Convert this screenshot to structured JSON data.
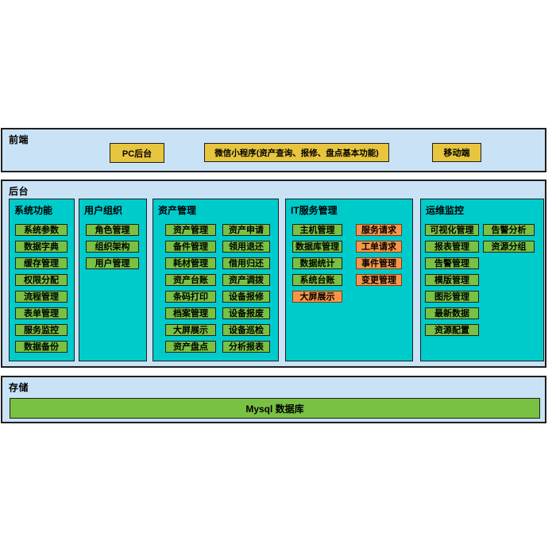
{
  "colors": {
    "section_bg": "#c9e2f6",
    "column_bg": "#00cbcb",
    "module_green": "#79c142",
    "module_orange": "#f79649",
    "frontend_yellow": "#e8c53e",
    "border": "#1f1f1f"
  },
  "frontend": {
    "label": "前端",
    "nodes": [
      {
        "label": "PC后台"
      },
      {
        "label": "微信小程序(资产查询、报修、盘点基本功能)"
      },
      {
        "label": "移动端"
      }
    ]
  },
  "backend": {
    "label": "后台",
    "columns": [
      {
        "title": "系统功能",
        "buttons": [
          {
            "label": "系统参数",
            "color": "green",
            "col": 1
          },
          {
            "label": "数据字典",
            "color": "green",
            "col": 1
          },
          {
            "label": "缓存管理",
            "color": "green",
            "col": 1
          },
          {
            "label": "权限分配",
            "color": "green",
            "col": 1
          },
          {
            "label": "流程管理",
            "color": "green",
            "col": 1
          },
          {
            "label": "表单管理",
            "color": "green",
            "col": 1
          },
          {
            "label": "服务监控",
            "color": "green",
            "col": 1
          },
          {
            "label": "数据备份",
            "color": "green",
            "col": 1
          }
        ]
      },
      {
        "title": "用户组织",
        "buttons": [
          {
            "label": "角色管理",
            "color": "green",
            "col": 1
          },
          {
            "label": "组织架构",
            "color": "green",
            "col": 1
          },
          {
            "label": "用户管理",
            "color": "green",
            "col": 1
          }
        ]
      },
      {
        "title": "资产管理",
        "buttons": [
          {
            "label": "资产管理",
            "color": "green",
            "col": 1
          },
          {
            "label": "资产申请",
            "color": "green",
            "col": 2
          },
          {
            "label": "备件管理",
            "color": "green",
            "col": 1
          },
          {
            "label": "领用退还",
            "color": "green",
            "col": 2
          },
          {
            "label": "耗材管理",
            "color": "green",
            "col": 1
          },
          {
            "label": "借用归还",
            "color": "green",
            "col": 2
          },
          {
            "label": "资产台账",
            "color": "green",
            "col": 1
          },
          {
            "label": "资产调拨",
            "color": "green",
            "col": 2
          },
          {
            "label": "条码打印",
            "color": "green",
            "col": 1
          },
          {
            "label": "设备报修",
            "color": "green",
            "col": 2
          },
          {
            "label": "档案管理",
            "color": "green",
            "col": 1
          },
          {
            "label": "设备报废",
            "color": "green",
            "col": 2
          },
          {
            "label": "大屏展示",
            "color": "green",
            "col": 1
          },
          {
            "label": "设备巡检",
            "color": "green",
            "col": 2
          },
          {
            "label": "资产盘点",
            "color": "green",
            "col": 1
          },
          {
            "label": "分析报表",
            "color": "green",
            "col": 2
          }
        ]
      },
      {
        "title": "IT服务管理",
        "buttons": [
          {
            "label": "主机管理",
            "color": "green",
            "col": 1
          },
          {
            "label": "服务请求",
            "color": "orange",
            "col": 2
          },
          {
            "label": "数据库管理",
            "color": "green",
            "col": 1
          },
          {
            "label": "工单请求",
            "color": "orange",
            "col": 2
          },
          {
            "label": "数据统计",
            "color": "green",
            "col": 1
          },
          {
            "label": "事件管理",
            "color": "orange",
            "col": 2
          },
          {
            "label": "系统台账",
            "color": "green",
            "col": 1
          },
          {
            "label": "变更管理",
            "color": "orange",
            "col": 2
          },
          {
            "label": "大屏展示",
            "color": "orange",
            "col": 1
          }
        ]
      },
      {
        "title": "运维监控",
        "buttons": [
          {
            "label": "可视化管理",
            "color": "green",
            "col": 1
          },
          {
            "label": "告警分析",
            "color": "green",
            "col": 2
          },
          {
            "label": "报表管理",
            "color": "green",
            "col": 1
          },
          {
            "label": "资源分组",
            "color": "green",
            "col": 2
          },
          {
            "label": "告警管理",
            "color": "green",
            "col": 1
          },
          {
            "label": "模版管理",
            "color": "green",
            "col": 1
          },
          {
            "label": "图形管理",
            "color": "green",
            "col": 1
          },
          {
            "label": "最新数据",
            "color": "green",
            "col": 1
          },
          {
            "label": "资源配置",
            "color": "green",
            "col": 1
          }
        ]
      }
    ]
  },
  "storage": {
    "label": "存储",
    "db_label": "Mysql 数据库"
  }
}
